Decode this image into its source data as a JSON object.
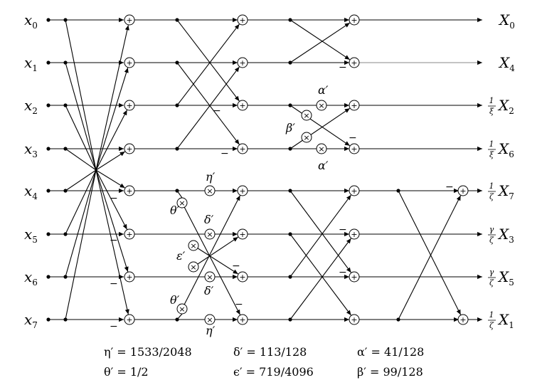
{
  "inputs": [
    "x0",
    "x1",
    "x2",
    "x3",
    "x4",
    "x5",
    "x6",
    "x7"
  ],
  "outputs": [
    {
      "scale_num": "",
      "scale_den": "",
      "label": "X0"
    },
    {
      "scale_num": "",
      "scale_den": "",
      "label": "X4"
    },
    {
      "scale_num": "1",
      "scale_den": "ξ",
      "label": "X2"
    },
    {
      "scale_num": "1",
      "scale_den": "ξ",
      "label": "X6"
    },
    {
      "scale_num": "1",
      "scale_den": "ζ",
      "label": "X7"
    },
    {
      "scale_num": "γ",
      "scale_den": "ζ",
      "label": "X3"
    },
    {
      "scale_num": "γ",
      "scale_den": "ζ",
      "label": "X5"
    },
    {
      "scale_num": "1",
      "scale_den": "ζ",
      "label": "X1"
    }
  ],
  "multiplier_labels": {
    "alpha": "α′",
    "beta": "β′",
    "eta": "η′",
    "theta": "θ′",
    "delta": "δ′",
    "epsilon": "ε′"
  },
  "symbols": {
    "adder": "+",
    "multiplier": "×",
    "minus": "−"
  },
  "constants": [
    "η′ = 1533/2048",
    "δ′ = 113/128",
    "α′ = 41/128",
    "θ′ = 1/2",
    "ϵ′ = 719/4096",
    "β′ = 99/128"
  ]
}
